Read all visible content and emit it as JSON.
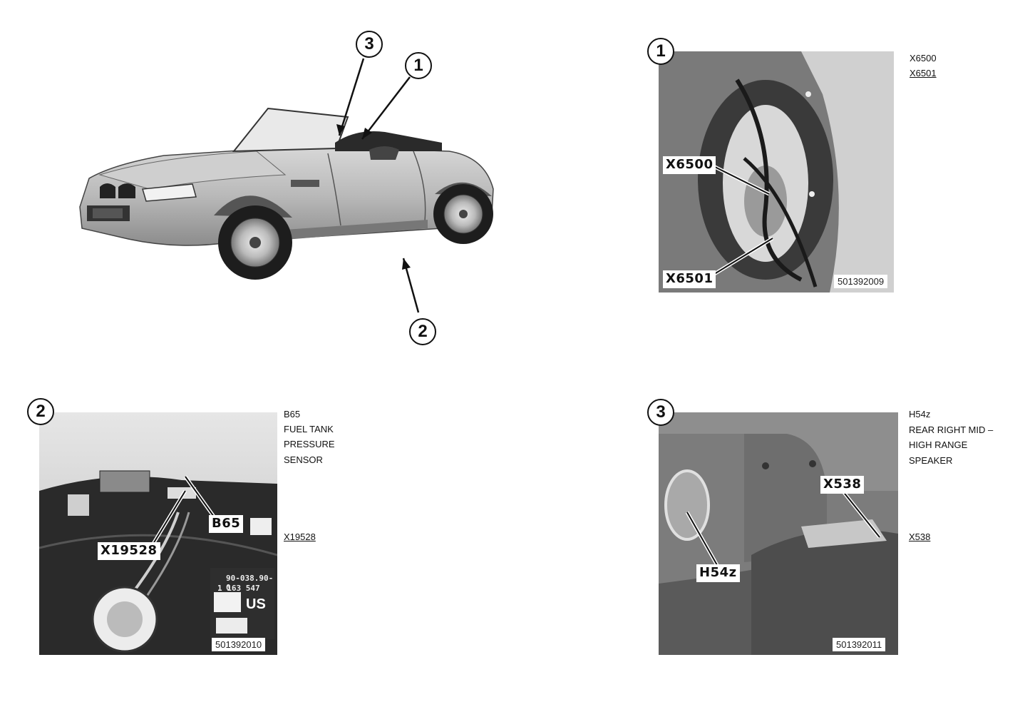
{
  "overview": {
    "callout_3": "3",
    "callout_1": "1",
    "callout_2": "2"
  },
  "panel1": {
    "callout": "1",
    "tag_a": "X6500",
    "tag_b": "X6501",
    "fig_number": "501392009",
    "side_labels": [
      "X6500",
      "X6501"
    ]
  },
  "panel2": {
    "callout": "2",
    "tag_a": "B65",
    "tag_b": "X19528",
    "fig_number": "501392010",
    "side_desc": [
      "B65",
      "FUEL TANK",
      "PRESSURE",
      "SENSOR"
    ],
    "side_ref": "X19528",
    "sticker_lines": [
      "90-038.90-0",
      "1   163   547"
    ],
    "sticker_us": "US"
  },
  "panel3": {
    "callout": "3",
    "tag_a": "X538",
    "tag_b": "H54z",
    "fig_number": "501392011",
    "side_desc": [
      "H54z",
      "REAR RIGHT MID –",
      "HIGH RANGE",
      "SPEAKER"
    ],
    "side_ref": "X538"
  }
}
